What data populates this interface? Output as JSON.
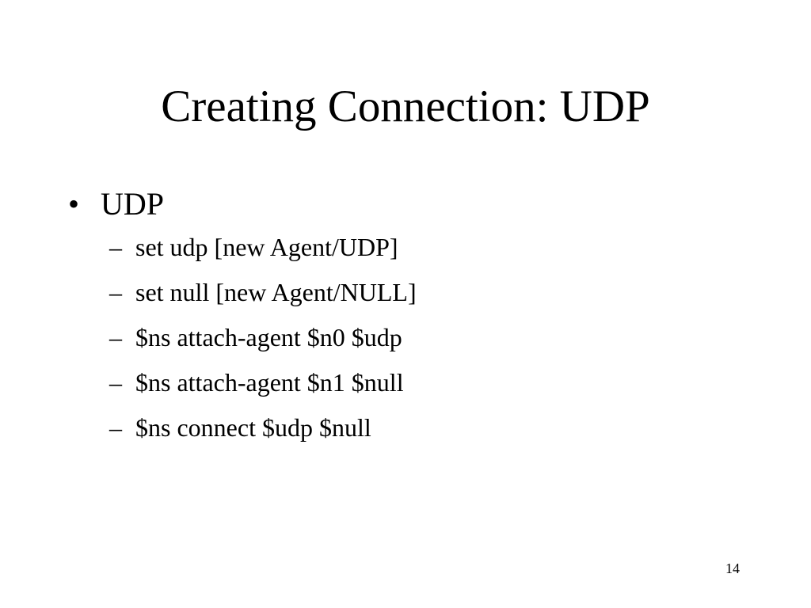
{
  "slide": {
    "title": "Creating Connection: UDP",
    "bullets": [
      {
        "marker": "•",
        "text": "UDP",
        "sub_items": [
          {
            "marker": "–",
            "text": "set udp [new Agent/UDP]"
          },
          {
            "marker": "–",
            "text": "set null [new Agent/NULL]"
          },
          {
            "marker": "–",
            "text": "$ns attach-agent $n0 $udp"
          },
          {
            "marker": "–",
            "text": "$ns attach-agent $n1 $null"
          },
          {
            "marker": "–",
            "text": "$ns connect $udp $null"
          }
        ]
      }
    ],
    "page_number": "14"
  }
}
